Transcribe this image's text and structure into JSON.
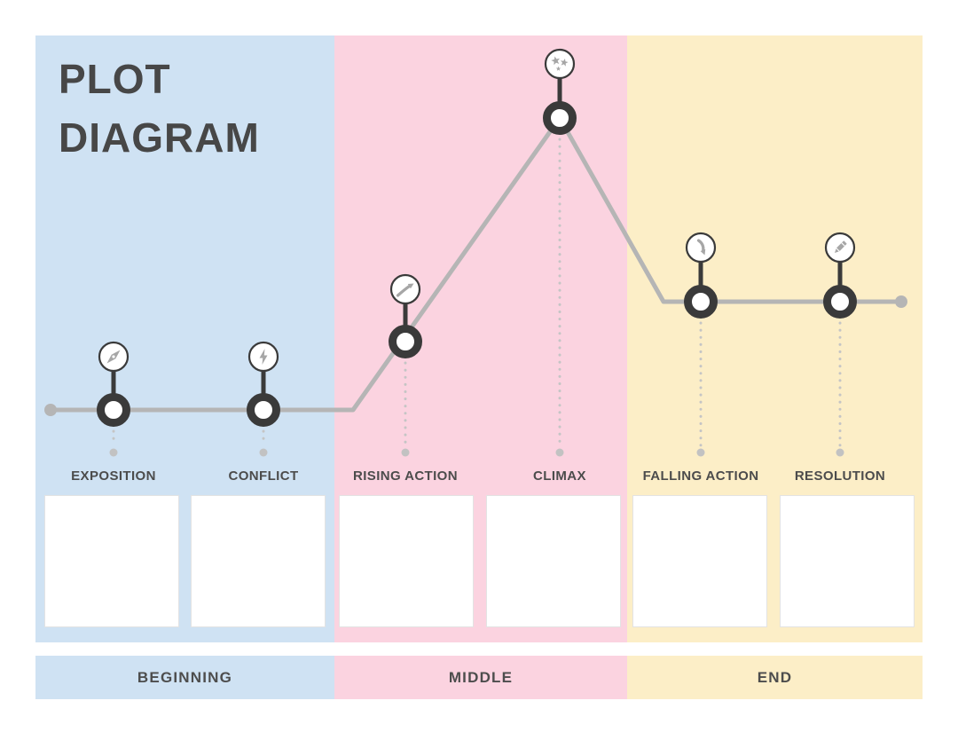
{
  "title": {
    "line1": "PLOT",
    "line2": "DIAGRAM"
  },
  "stages": [
    {
      "label": "EXPOSITION",
      "icon": "compass-icon",
      "note": ""
    },
    {
      "label": "CONFLICT",
      "icon": "lightning-bolt-icon",
      "note": ""
    },
    {
      "label": "RISING ACTION",
      "icon": "arrow-up-curve-icon",
      "note": ""
    },
    {
      "label": "CLIMAX",
      "icon": "stars-icon",
      "note": ""
    },
    {
      "label": "FALLING ACTION",
      "icon": "arrow-down-curve-icon",
      "note": ""
    },
    {
      "label": "RESOLUTION",
      "icon": "pencil-icon",
      "note": ""
    }
  ],
  "sections": [
    {
      "label": "BEGINNING",
      "color": "#cfe2f3"
    },
    {
      "label": "MIDDLE",
      "color": "#fbd3e0"
    },
    {
      "label": "END",
      "color": "#fceec7"
    }
  ],
  "colors": {
    "node_ring": "#3a3a3a",
    "plot_line": "#b5b5b5",
    "dotted_line": "#c5c5c5",
    "icon_glyph": "#a6a6a6",
    "text": "#4c4c4c",
    "page_background": "#ffffff"
  }
}
